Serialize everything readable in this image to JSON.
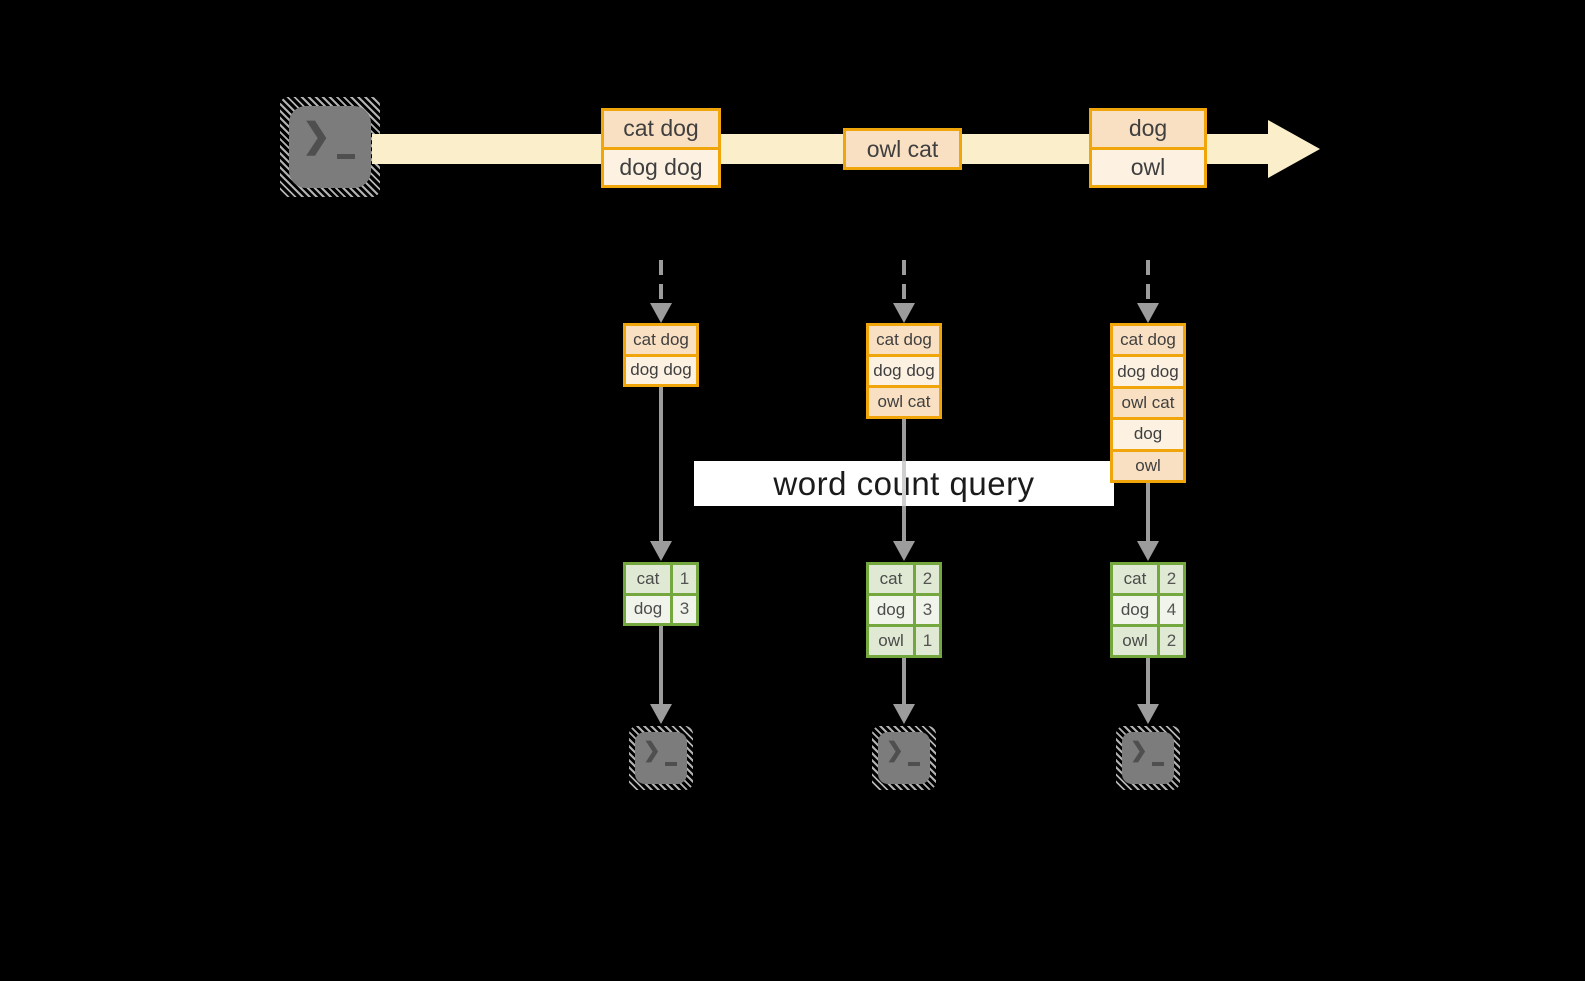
{
  "title": {
    "text": "word count query"
  },
  "icons": {
    "prompt_chevron": "❯"
  },
  "stream": {
    "source": {
      "icon": "terminal-icon"
    },
    "events": [
      {
        "rows": [
          "cat dog",
          "dog dog"
        ]
      },
      {
        "rows": [
          "owl cat"
        ]
      },
      {
        "rows": [
          "dog",
          "owl"
        ]
      }
    ]
  },
  "tasks": [
    {
      "buffer": [
        "cat dog",
        "dog dog"
      ],
      "counts": [
        {
          "word": "cat",
          "count": "1"
        },
        {
          "word": "dog",
          "count": "3"
        }
      ],
      "sink": {
        "icon": "terminal-icon"
      }
    },
    {
      "buffer": [
        "cat dog",
        "dog dog",
        "owl cat"
      ],
      "counts": [
        {
          "word": "cat",
          "count": "2"
        },
        {
          "word": "dog",
          "count": "3"
        },
        {
          "word": "owl",
          "count": "1"
        }
      ],
      "sink": {
        "icon": "terminal-icon"
      }
    },
    {
      "buffer": [
        "cat dog",
        "dog dog",
        "owl cat",
        "dog",
        "owl"
      ],
      "counts": [
        {
          "word": "cat",
          "count": "2"
        },
        {
          "word": "dog",
          "count": "4"
        },
        {
          "word": "owl",
          "count": "2"
        }
      ],
      "sink": {
        "icon": "terminal-icon"
      }
    }
  ],
  "colors": {
    "stream_fill": "#faefca",
    "event_border": "#f0a50a",
    "event_fill_dark": "#f9e0c3",
    "event_fill_light": "#fdf2e2",
    "table_border": "#74a83f",
    "table_fill_dark": "#dfe9d3",
    "table_fill_light": "#f0f4ea",
    "arrow_gray": "#9c9c9c",
    "terminal_gray": "#7c7c7c",
    "label_bg": "#ffffff"
  }
}
